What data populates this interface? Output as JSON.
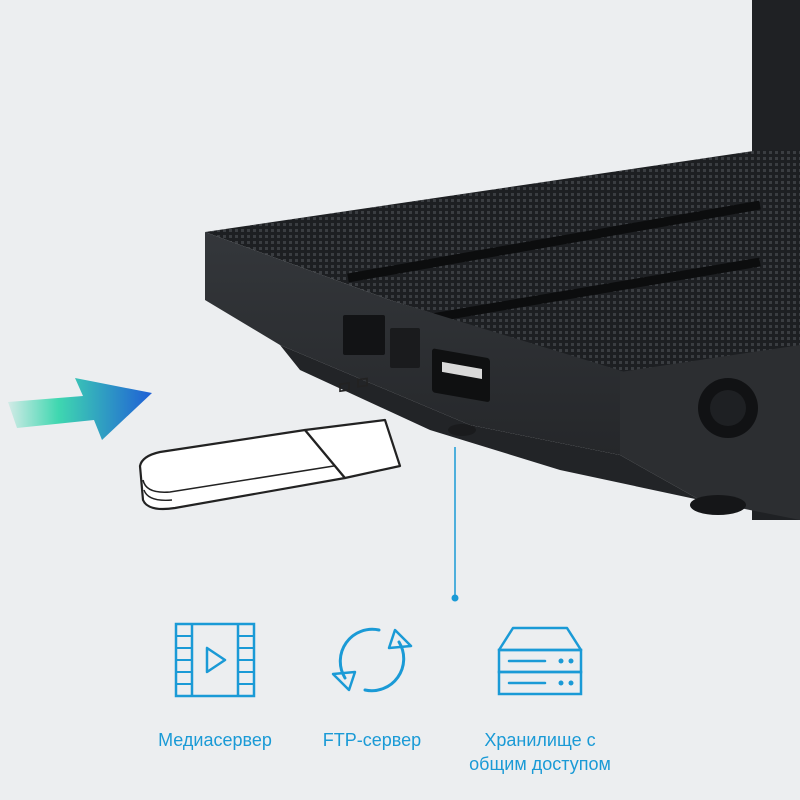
{
  "colors": {
    "accent": "#1a9ad6",
    "background": "#eceef0",
    "router_body": "#2a2c2f",
    "arrow_start": "#3fd7b0",
    "arrow_end": "#1f5fd6"
  },
  "features": [
    {
      "icon": "media-server-icon",
      "label": "Медиасервер"
    },
    {
      "icon": "ftp-sync-icon",
      "label": "FTP-сервер"
    },
    {
      "icon": "shared-storage-icon",
      "label": "Хранилище с общим доступом"
    }
  ]
}
